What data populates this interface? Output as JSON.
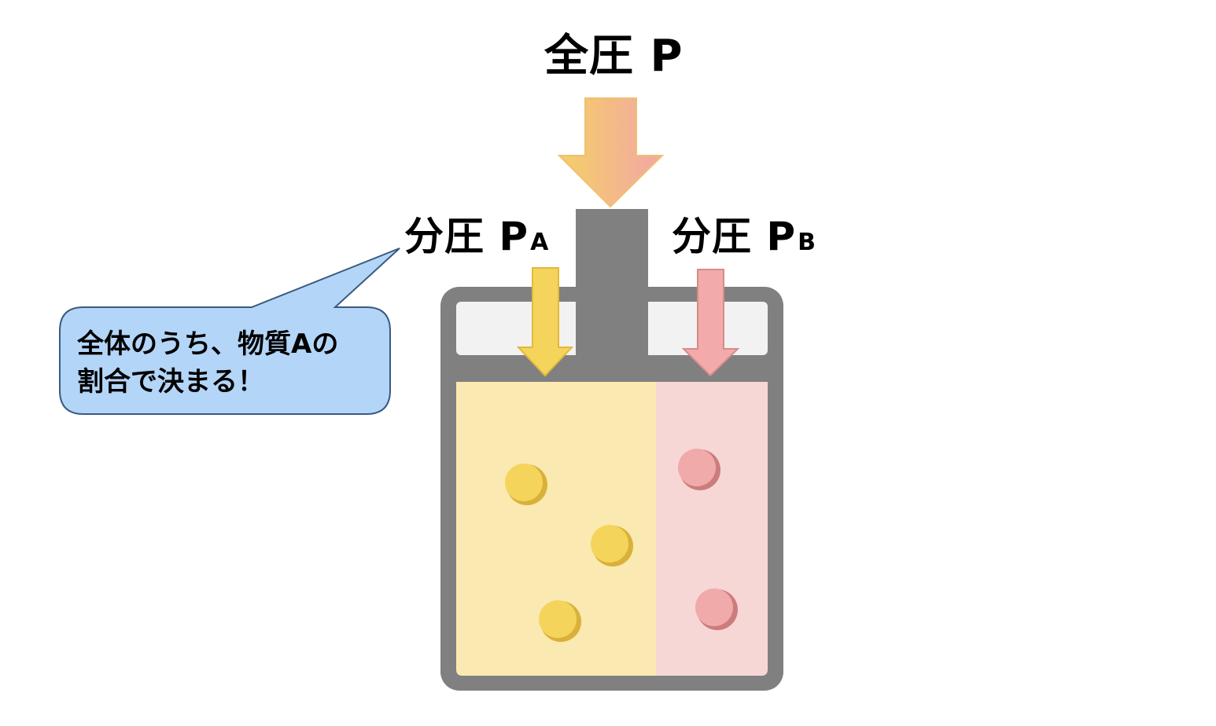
{
  "labels": {
    "total": {
      "text": "全圧",
      "symbol": "P"
    },
    "partial_a": {
      "text": "分圧",
      "symbol": "P",
      "subscript": "A"
    },
    "partial_b": {
      "text": "分圧",
      "symbol": "P",
      "subscript": "B"
    }
  },
  "callout": {
    "line1": "全体のうち、物質Aの",
    "line2": "割合で決まる！"
  },
  "colors": {
    "container": "#808080",
    "gas_a": "#fae9b0",
    "gas_b": "#f7d6d6",
    "space": "#f2f2f2",
    "particle_a": "#f5d45c",
    "particle_b": "#f0aaaa",
    "arrow_a": "#f5d45c",
    "arrow_b": "#f2aaaa",
    "callout_fill": "#b3d5f7",
    "callout_border": "#3a5a80"
  }
}
